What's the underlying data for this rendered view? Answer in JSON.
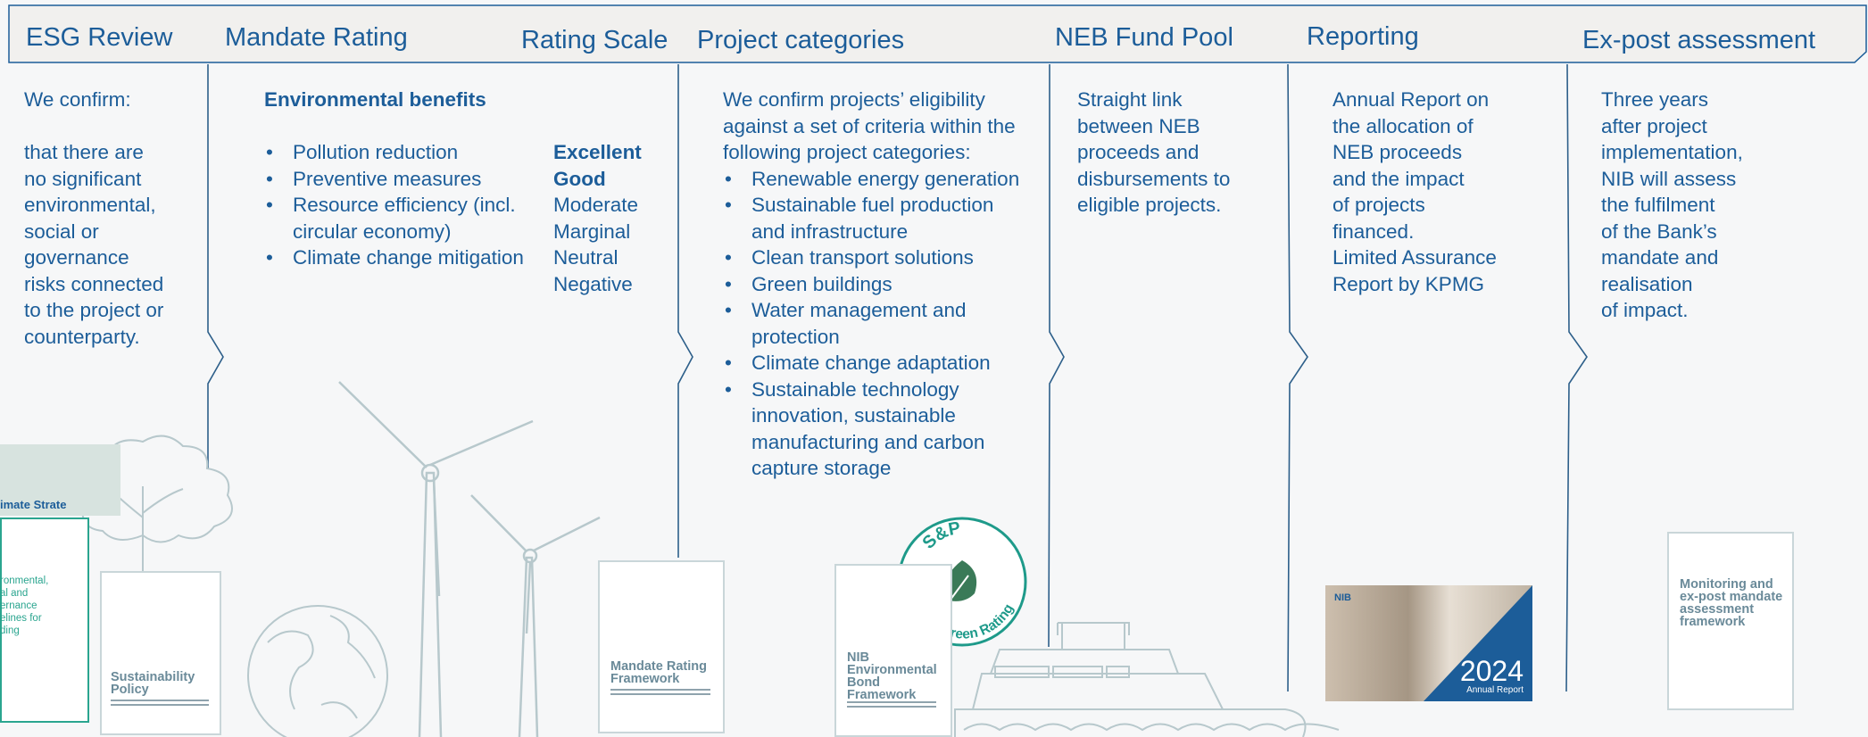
{
  "headers": {
    "esg_review": "ESG Review",
    "mandate_rating": "Mandate Rating",
    "rating_scale": "Rating Scale",
    "project_categories": "Project categories",
    "neb_fund_pool": "NEB Fund Pool",
    "reporting": "Reporting",
    "ex_post": "Ex-post assessment"
  },
  "esg_review": {
    "intro": "We confirm:",
    "lines": [
      "that there are",
      "no significant",
      "environmental,",
      "social or",
      "governance",
      "risks connected",
      "to the project or",
      "counterparty."
    ]
  },
  "mandate_rating": {
    "title": "Environmental benefits",
    "items": [
      "Pollution reduction",
      "Preventive measures",
      "Resource efficiency (incl. circular economy)",
      "Climate change mitigation"
    ]
  },
  "rating_scale": {
    "levels": [
      "Excellent",
      "Good",
      "Moderate",
      "Marginal",
      "Neutral",
      "Negative"
    ]
  },
  "project_categories": {
    "intro": "We confirm projects’ eligibility against a set of criteria within the following project categories:",
    "items": [
      "Renewable energy generation",
      "Sustainable fuel production and infrastructure",
      "Clean transport solutions",
      "Green buildings",
      "Water management and protection",
      "Climate change adaptation",
      "Sustainable technology innovation, sustainable manufacturing and carbon capture storage"
    ]
  },
  "neb_fund_pool": {
    "lines": [
      "Straight link",
      "between NEB",
      "proceeds and",
      "disbursements to",
      "eligible projects."
    ]
  },
  "reporting": {
    "lines": [
      "Annual Report on",
      "the allocation of",
      "NEB proceeds",
      "and the impact",
      "of projects",
      "financed.",
      "Limited Assurance",
      "Report by KPMG"
    ]
  },
  "ex_post": {
    "lines": [
      "Three years",
      "after project",
      "implementation,",
      "NIB will assess",
      "the fulfilment",
      "of the Bank’s",
      "mandate and",
      "realisation",
      "of impact."
    ]
  },
  "documents": {
    "climate_strategy": "imate Strate",
    "climate_text": [
      "ronmental,",
      "al and",
      "ernance",
      "elines for",
      "ding"
    ],
    "sustainability_policy": "Sustainability Policy",
    "mandate_rating_framework": "Mandate Rating Framework",
    "neb_framework": "NIB Environmental Bond Framework",
    "monitoring_framework": "Monitoring and ex-post mandate assessment framework",
    "annual_report_year": "2024",
    "annual_report_label": "Annual Report",
    "annual_report_logo": "NIB"
  },
  "stamp": {
    "top": "S&P",
    "bottom": "Dark Green Rating"
  },
  "colors": {
    "primary": "#1c5d99",
    "divider": "#2d5f8a",
    "illustration": "#b7c8cc",
    "stamp": "#1e9a8a",
    "background": "#f6f7f8"
  }
}
